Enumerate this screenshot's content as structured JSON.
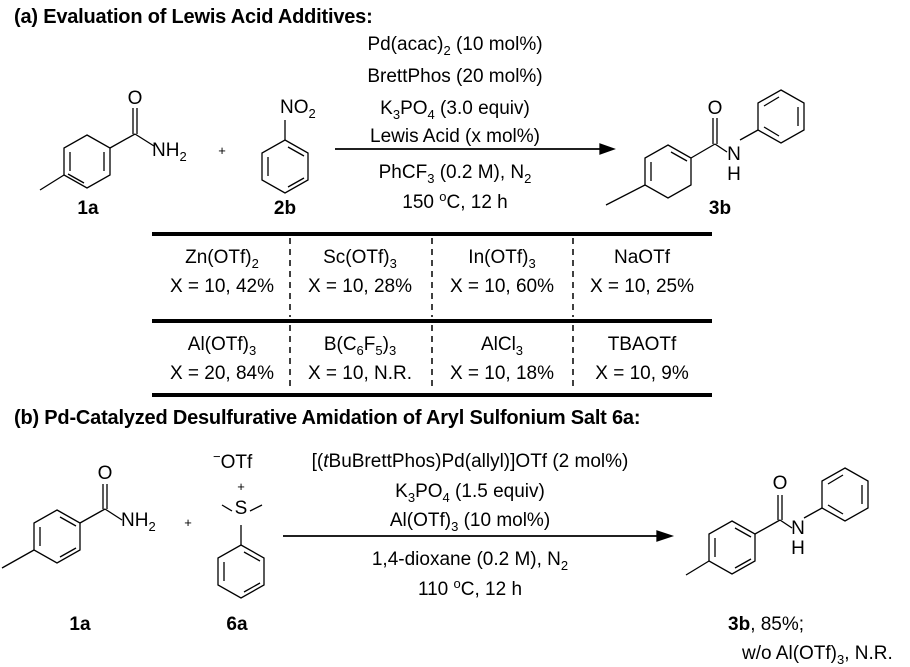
{
  "part_a": {
    "title": "(a) Evaluation of Lewis Acid Additives:",
    "conditions": [
      [
        "Pd(acac)",
        "_2",
        " (10 mol%)"
      ],
      [
        "BrettPhos (20 mol%)"
      ],
      [
        "K",
        "_3",
        "PO",
        "_4",
        " (3.0 equiv)"
      ],
      [
        "Lewis Acid (x mol%)"
      ],
      [
        "PhCF",
        "_3",
        " (0.2 M), N",
        "_2"
      ],
      [
        "150 ",
        "^o",
        "C, 12 h"
      ]
    ],
    "reactant1": {
      "label": "1a",
      "atoms": {
        "o": "O",
        "n": [
          "NH",
          "_2"
        ]
      }
    },
    "plus": "+",
    "reactant2": {
      "label": "2b",
      "group": [
        "NO",
        "_2"
      ]
    },
    "product": {
      "label": "3b",
      "atoms": {
        "o": "O",
        "n": "N",
        "h": "H"
      }
    },
    "table": {
      "rows": [
        [
          {
            "acid": [
              "Zn(OTf)",
              "_2"
            ],
            "result": "X = 10, 42%"
          },
          {
            "acid": [
              "Sc(OTf)",
              "_3"
            ],
            "result": "X = 10, 28%"
          },
          {
            "acid": [
              "In(OTf)",
              "_3"
            ],
            "result": "X = 10, 60%"
          },
          {
            "acid": [
              "NaOTf"
            ],
            "result": "X = 10, 25%"
          }
        ],
        [
          {
            "acid": [
              "Al(OTf)",
              "_3"
            ],
            "result": "X = 20, 84%"
          },
          {
            "acid": [
              "B(C",
              "_6",
              "F",
              "_5",
              ")",
              "_3"
            ],
            "result": "X = 10, N.R."
          },
          {
            "acid": [
              "AlCl",
              "_3"
            ],
            "result": "X = 10, 18%"
          },
          {
            "acid": [
              "TBAOTf"
            ],
            "result": "X = 10, 9%"
          }
        ]
      ]
    }
  },
  "part_b": {
    "title": "(b) Pd-Catalyzed Desulfurative Amidation of Aryl Sulfonium Salt 6a:",
    "conditions": [
      [
        "[(",
        "*t",
        "BuBrettPhos)Pd(allyl)]OTf (2 mol%)"
      ],
      [
        "K",
        "_3",
        "PO",
        "_4",
        " (1.5 equiv)"
      ],
      [
        "Al(OTf)",
        "_3",
        " (10 mol%)"
      ],
      [
        "1,4-dioxane (0.2 M), N",
        "_2"
      ],
      [
        "110 ",
        "^o",
        "C, 12 h"
      ]
    ],
    "reactant1": {
      "label": "1a",
      "atoms": {
        "o": "O",
        "n": [
          "NH",
          "_2"
        ]
      }
    },
    "plus": "+",
    "reactant2": {
      "label": "6a",
      "counterion": [
        "^−",
        "OTf"
      ],
      "charge": "+",
      "s": "S"
    },
    "product": {
      "label": "3b",
      "yield": ", 85%;",
      "note": [
        "w/o Al(OTf)",
        "_3",
        ", N.R."
      ],
      "atoms": {
        "o": "O",
        "n": "N",
        "h": "H"
      }
    }
  }
}
